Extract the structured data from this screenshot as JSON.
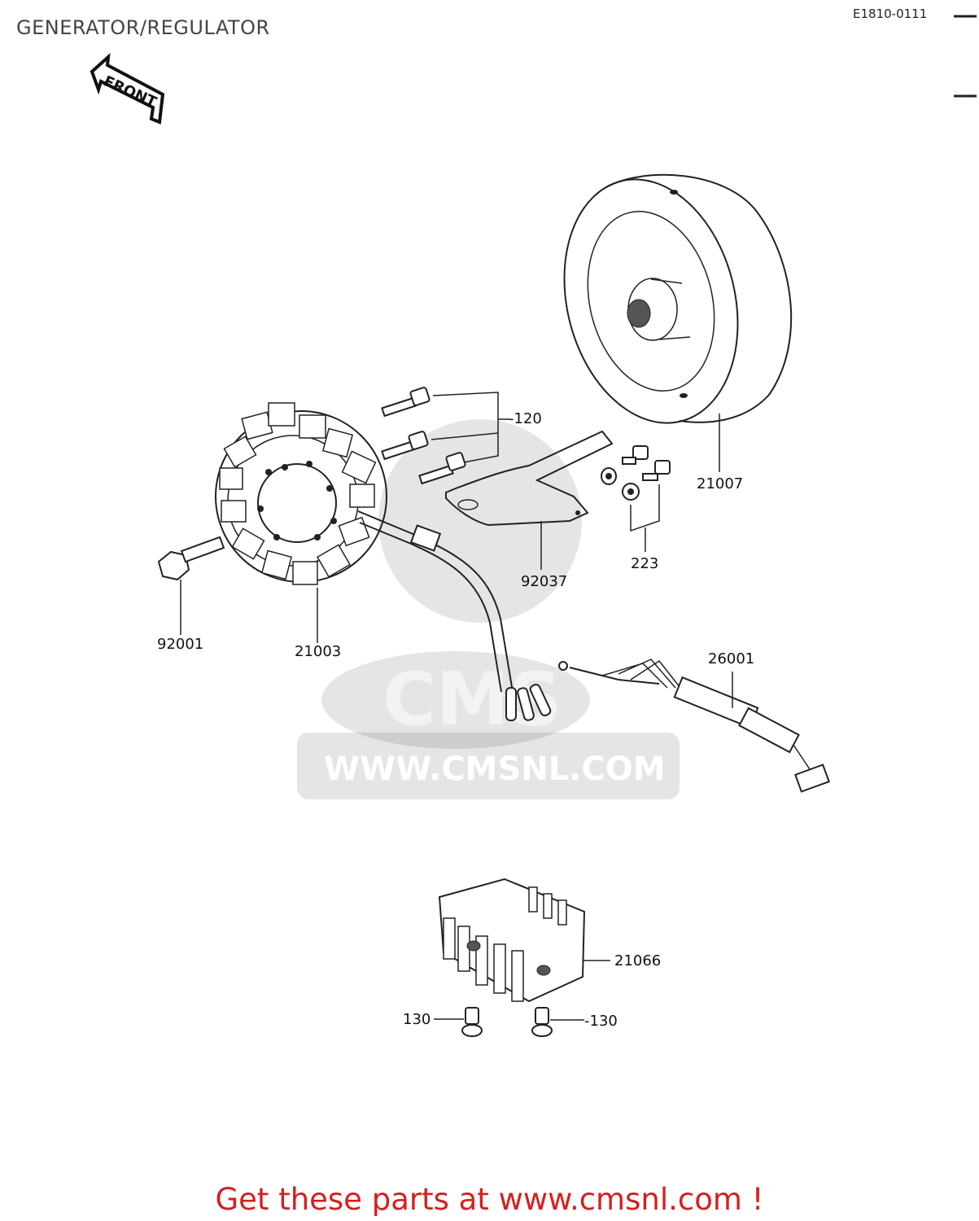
{
  "header": {
    "title": "GENERATOR/REGULATOR",
    "code": "E1810-0111"
  },
  "front_arrow": {
    "label": "FRONT"
  },
  "watermark": {
    "big": "CMS",
    "url": "WWW.CMSNL.COM"
  },
  "parts": {
    "p21007": "21007",
    "p120": "-120",
    "p223": "223",
    "p92037": "92037",
    "p92001": "92001",
    "p21003": "21003",
    "p26001": "26001",
    "p21066": "21066",
    "p130_left": "130",
    "p130_right": "-130"
  },
  "footer": {
    "text": "Get these parts at www.cmsnl.com !"
  }
}
